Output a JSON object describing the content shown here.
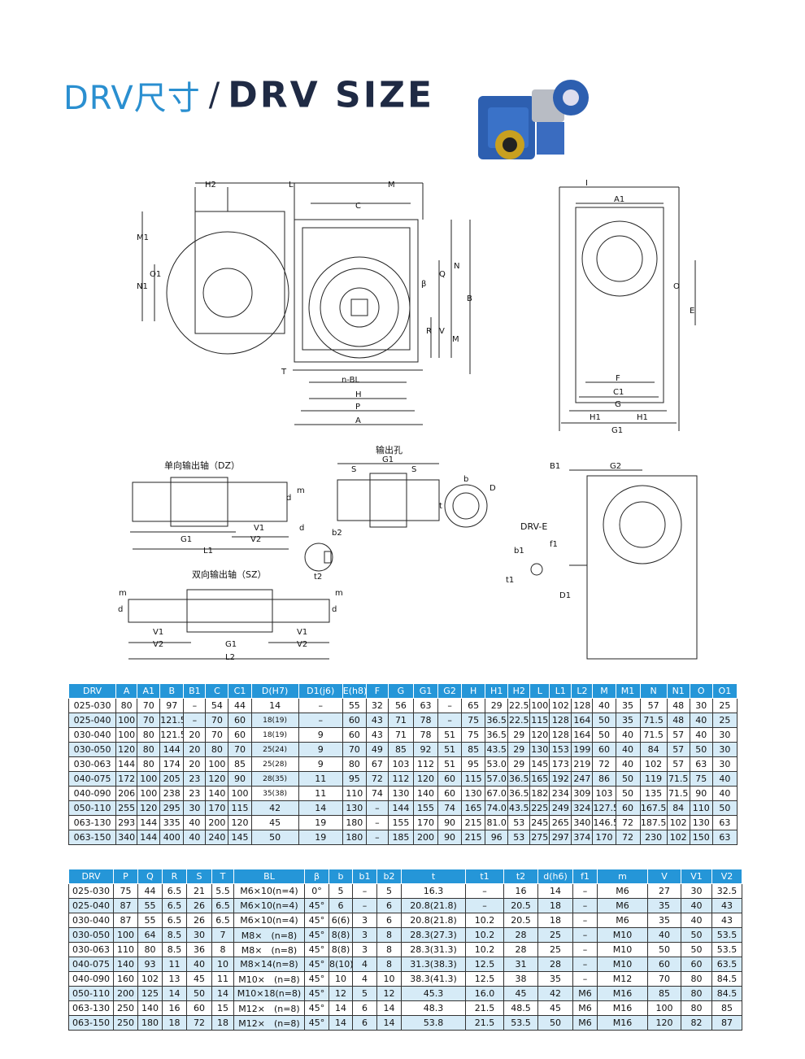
{
  "header": {
    "title_cn": "DRV尺寸",
    "title_slash": "/",
    "title_en": "DRV SIZE"
  },
  "drawing_labels": {
    "main": [
      "H2",
      "L",
      "M",
      "C",
      "M1",
      "N1",
      "O1",
      "β",
      "Q",
      "N",
      "B",
      "R",
      "V",
      "M",
      "T",
      "n-BL",
      "H",
      "P",
      "A"
    ],
    "side": [
      "I",
      "A1",
      "O",
      "E",
      "F",
      "C1",
      "G",
      "H1",
      "H1",
      "G1"
    ],
    "shaft_single": "单向输出轴（DZ）",
    "shaft_double": "双向输出轴（SZ）",
    "hole": "输出孔",
    "shaft_single_dims": [
      "m",
      "d",
      "V1",
      "G1",
      "V2",
      "L1"
    ],
    "shaft_double_dims": [
      "m",
      "d",
      "V1",
      "V2",
      "G1",
      "L2",
      "V1",
      "V2",
      "m",
      "d"
    ],
    "hole_dims": [
      "S",
      "G1",
      "S",
      "b",
      "D",
      "t"
    ],
    "key_dims": [
      "d",
      "b2",
      "t2"
    ],
    "drv_e": "DRV-E",
    "drv_e_dims": [
      "B1",
      "G2",
      "f1",
      "b1",
      "t1",
      "D1"
    ]
  },
  "table1": {
    "headers": [
      "DRV",
      "A",
      "A1",
      "B",
      "B1",
      "C",
      "C1",
      "D(H7)",
      "D1(j6)",
      "E(h8)",
      "F",
      "G",
      "G1",
      "G2",
      "H",
      "H1",
      "H2",
      "L",
      "L1",
      "L2",
      "M",
      "M1",
      "N",
      "N1",
      "O",
      "O1"
    ],
    "rows": [
      [
        "025-030",
        "80",
        "70",
        "97",
        "–",
        "54",
        "44",
        "14",
        "–",
        "55",
        "32",
        "56",
        "63",
        "–",
        "65",
        "29",
        "22.5",
        "100",
        "102",
        "128",
        "40",
        "35",
        "57",
        "48",
        "30",
        "25"
      ],
      [
        "025-040",
        "100",
        "70",
        "121.5",
        "–",
        "70",
        "60",
        "18(19)",
        "–",
        "60",
        "43",
        "71",
        "78",
        "–",
        "75",
        "36.5",
        "22.5",
        "115",
        "128",
        "164",
        "50",
        "35",
        "71.5",
        "48",
        "40",
        "25"
      ],
      [
        "030-040",
        "100",
        "80",
        "121.5",
        "20",
        "70",
        "60",
        "18(19)",
        "9",
        "60",
        "43",
        "71",
        "78",
        "51",
        "75",
        "36.5",
        "29",
        "120",
        "128",
        "164",
        "50",
        "40",
        "71.5",
        "57",
        "40",
        "30"
      ],
      [
        "030-050",
        "120",
        "80",
        "144",
        "20",
        "80",
        "70",
        "25(24)",
        "9",
        "70",
        "49",
        "85",
        "92",
        "51",
        "85",
        "43.5",
        "29",
        "130",
        "153",
        "199",
        "60",
        "40",
        "84",
        "57",
        "50",
        "30"
      ],
      [
        "030-063",
        "144",
        "80",
        "174",
        "20",
        "100",
        "85",
        "25(28)",
        "9",
        "80",
        "67",
        "103",
        "112",
        "51",
        "95",
        "53.0",
        "29",
        "145",
        "173",
        "219",
        "72",
        "40",
        "102",
        "57",
        "63",
        "30"
      ],
      [
        "040-075",
        "172",
        "100",
        "205",
        "23",
        "120",
        "90",
        "28(35)",
        "11",
        "95",
        "72",
        "112",
        "120",
        "60",
        "115",
        "57.0",
        "36.5",
        "165",
        "192",
        "247",
        "86",
        "50",
        "119",
        "71.5",
        "75",
        "40"
      ],
      [
        "040-090",
        "206",
        "100",
        "238",
        "23",
        "140",
        "100",
        "35(38)",
        "11",
        "110",
        "74",
        "130",
        "140",
        "60",
        "130",
        "67.0",
        "36.5",
        "182",
        "234",
        "309",
        "103",
        "50",
        "135",
        "71.5",
        "90",
        "40"
      ],
      [
        "050-110",
        "255",
        "120",
        "295",
        "30",
        "170",
        "115",
        "42",
        "14",
        "130",
        "–",
        "144",
        "155",
        "74",
        "165",
        "74.0",
        "43.5",
        "225",
        "249",
        "324",
        "127.5",
        "60",
        "167.5",
        "84",
        "110",
        "50"
      ],
      [
        "063-130",
        "293",
        "144",
        "335",
        "40",
        "200",
        "120",
        "45",
        "19",
        "180",
        "–",
        "155",
        "170",
        "90",
        "215",
        "81.0",
        "53",
        "245",
        "265",
        "340",
        "146.5",
        "72",
        "187.5",
        "102",
        "130",
        "63"
      ],
      [
        "063-150",
        "340",
        "144",
        "400",
        "40",
        "240",
        "145",
        "50",
        "19",
        "180",
        "–",
        "185",
        "200",
        "90",
        "215",
        "96",
        "53",
        "275",
        "297",
        "374",
        "170",
        "72",
        "230",
        "102",
        "150",
        "63"
      ]
    ]
  },
  "table2": {
    "headers": [
      "DRV",
      "P",
      "Q",
      "R",
      "S",
      "T",
      "BL",
      "β",
      "b",
      "b1",
      "b2",
      "t",
      "t1",
      "t2",
      "d(h6)",
      "f1",
      "m",
      "V",
      "V1",
      "V2"
    ],
    "rows": [
      [
        "025-030",
        "75",
        "44",
        "6.5",
        "21",
        "5.5",
        "M6×10(n=4)",
        "0°",
        "5",
        "–",
        "5",
        "16.3",
        "–",
        "16",
        "14",
        "–",
        "M6",
        "27",
        "30",
        "32.5"
      ],
      [
        "025-040",
        "87",
        "55",
        "6.5",
        "26",
        "6.5",
        "M6×10(n=4)",
        "45°",
        "6",
        "–",
        "6",
        "20.8(21.8)",
        "–",
        "20.5",
        "18",
        "–",
        "M6",
        "35",
        "40",
        "43"
      ],
      [
        "030-040",
        "87",
        "55",
        "6.5",
        "26",
        "6.5",
        "M6×10(n=4)",
        "45°",
        "6(6)",
        "3",
        "6",
        "20.8(21.8)",
        "10.2",
        "20.5",
        "18",
        "–",
        "M6",
        "35",
        "40",
        "43"
      ],
      [
        "030-050",
        "100",
        "64",
        "8.5",
        "30",
        "7",
        "M8×　(n=8)",
        "45°",
        "8(8)",
        "3",
        "8",
        "28.3(27.3)",
        "10.2",
        "28",
        "25",
        "–",
        "M10",
        "40",
        "50",
        "53.5"
      ],
      [
        "030-063",
        "110",
        "80",
        "8.5",
        "36",
        "8",
        "M8×　(n=8)",
        "45°",
        "8(8)",
        "3",
        "8",
        "28.3(31.3)",
        "10.2",
        "28",
        "25",
        "–",
        "M10",
        "50",
        "50",
        "53.5"
      ],
      [
        "040-075",
        "140",
        "93",
        "11",
        "40",
        "10",
        "M8×14(n=8)",
        "45°",
        "8(10)",
        "4",
        "8",
        "31.3(38.3)",
        "12.5",
        "31",
        "28",
        "–",
        "M10",
        "60",
        "60",
        "63.5"
      ],
      [
        "040-090",
        "160",
        "102",
        "13",
        "45",
        "11",
        "M10×　(n=8)",
        "45°",
        "10",
        "4",
        "10",
        "38.3(41.3)",
        "12.5",
        "38",
        "35",
        "–",
        "M12",
        "70",
        "80",
        "84.5"
      ],
      [
        "050-110",
        "200",
        "125",
        "14",
        "50",
        "14",
        "M10×18(n=8)",
        "45°",
        "12",
        "5",
        "12",
        "45.3",
        "16.0",
        "45",
        "42",
        "M6",
        "M16",
        "85",
        "80",
        "84.5"
      ],
      [
        "063-130",
        "250",
        "140",
        "16",
        "60",
        "15",
        "M12×　(n=8)",
        "45°",
        "14",
        "6",
        "14",
        "48.3",
        "21.5",
        "48.5",
        "45",
        "M6",
        "M16",
        "100",
        "80",
        "85"
      ],
      [
        "063-150",
        "250",
        "180",
        "18",
        "72",
        "18",
        "M12×　(n=8)",
        "45°",
        "14",
        "6",
        "14",
        "53.8",
        "21.5",
        "53.5",
        "50",
        "M6",
        "M16",
        "120",
        "82",
        "87"
      ]
    ]
  },
  "colors": {
    "accent": "#2596d8",
    "title_blue": "#2a8fd0",
    "title_dark": "#1f2a44",
    "stripe": "#d6ebf7"
  }
}
